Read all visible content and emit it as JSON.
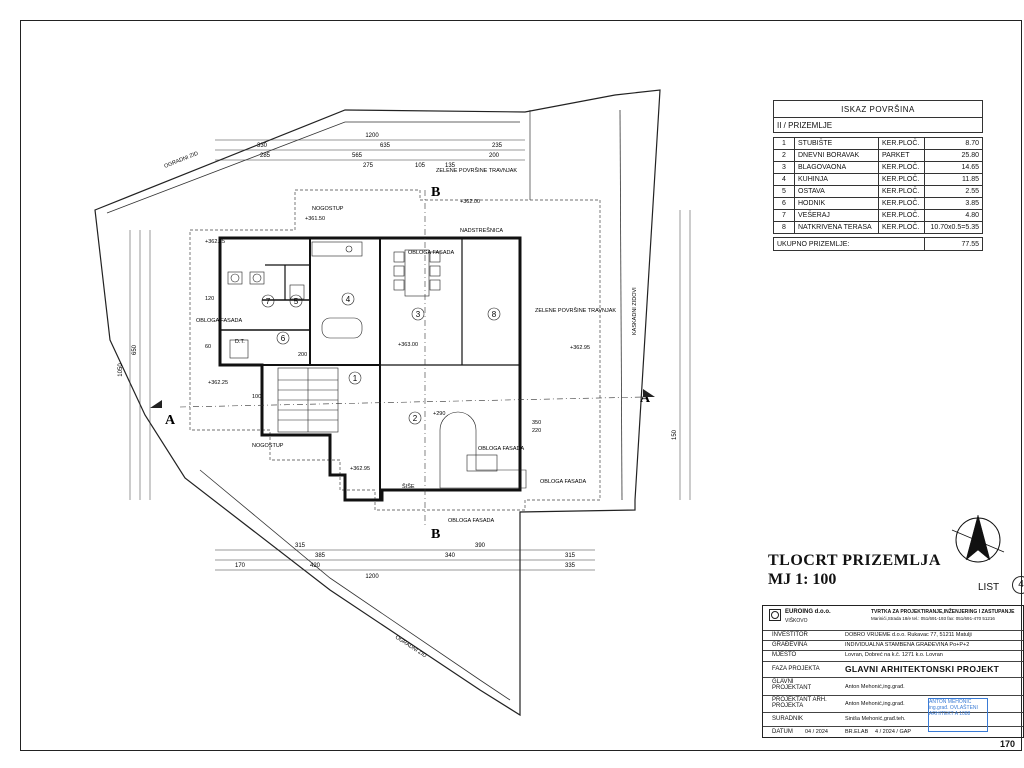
{
  "area_table": {
    "title": "ISKAZ POVRŠINA",
    "section": "II / PRIZEMLJE",
    "rows": [
      {
        "no": "1",
        "name": "STUBIŠTE",
        "finish": "KER.PLOČ.",
        "area": "8.70"
      },
      {
        "no": "2",
        "name": "DNEVNI BORAVAK",
        "finish": "PARKET",
        "area": "25.80"
      },
      {
        "no": "3",
        "name": "BLAGOVAONA",
        "finish": "KER.PLOČ.",
        "area": "14.65"
      },
      {
        "no": "4",
        "name": "KUHINJA",
        "finish": "KER.PLOČ.",
        "area": "11.85"
      },
      {
        "no": "5",
        "name": "OSTAVA",
        "finish": "KER.PLOČ.",
        "area": "2.55"
      },
      {
        "no": "6",
        "name": "HODNIK",
        "finish": "KER.PLOČ.",
        "area": "3.85"
      },
      {
        "no": "7",
        "name": "VEŠERAJ",
        "finish": "KER.PLOČ.",
        "area": "4.80"
      },
      {
        "no": "8",
        "name": "NATKRIVENA TERASA",
        "finish": "KER.PLOČ.",
        "area": "10.70x0.5=5.35"
      }
    ],
    "total_label": "UKUPNO PRIZEMLJE:",
    "total_value": "77.55"
  },
  "plan_title": "TLOCRT PRIZEMLJA",
  "plan_scale": "MJ 1: 100",
  "sheet_label": "LIST",
  "sheet_number": "4",
  "page_number": "170",
  "plan_labels": {
    "section_a": "A",
    "section_b": "B",
    "fence_top": "OGRADNI ZID",
    "fence_bottom": "OGRADNI ZID",
    "cascade_wall": "KASKADNI ZIDOVI",
    "green_top": "ZELENE POVRŠINE TRAVNJAK",
    "green_right": "ZELENE POVRŠINE TRAVNJAK",
    "canopy": "NADSTREŠNICA",
    "step_top": "NOGOSTUP",
    "step_bottom": "NOGOSTUP",
    "cladding": "OBLOGA FASADA",
    "dt": "D.T.",
    "shed": "ŠIŠE",
    "lvl1": "+361.50",
    "lvl2": "+362.25",
    "lvl3": "+362.00",
    "lvl4": "+362.95",
    "lvl5": "+363.00",
    "lvl6": "+362.95",
    "lvl7": "+362.25",
    "lvl_small": "+290",
    "dim_total": "1200",
    "dim_a": "330",
    "dim_b": "285",
    "dim_c": "635",
    "dim_d": "565",
    "dim_e": "275",
    "dim_f": "105",
    "dim_g": "135",
    "dim_h": "200",
    "dim_i": "235",
    "dim_j": "315",
    "dim_k": "385",
    "dim_l": "420",
    "dim_m": "170",
    "dim_n": "340",
    "dim_o": "390",
    "dim_p": "335",
    "dim_q": "150",
    "dim_r": "1050",
    "dim_s": "650",
    "room_dim1": "350",
    "room_dim2": "220",
    "door_dim1": "100",
    "door_dim2": "200",
    "wnd_dim1": "60",
    "wnd_dim2": "120"
  },
  "stamp": {
    "firm_name": "EUROING d.o.o.",
    "firm_sub": "VIŠKOVO",
    "firm_desc": "TVRTKA ZA PROJEKTIRANJE,INŽENJERING I ZASTUPANJE",
    "firm_addr": "Marinići,Strada 18/e tel.: 051/691-193 fax: 051/691-470 51216",
    "investor_label": "INVESTITOR",
    "investor_value": "DOBRO VRIJEME d.o.o. Rukavac 77, 51211 Matulji",
    "building_label": "GRAĐEVINA",
    "building_value": "INDIVIDUALNA STAMBENA GRAĐEVINA Po+P+2",
    "place_label": "MJESTO",
    "place_value": "Lovran, Dobreć na k.č. 1271 k.o. Lovran",
    "phase_label": "FAZA PROJEKTA",
    "phase_value": "GLAVNI ARHITEKTONSKI PROJEKT",
    "chief_label": "GLAVNI PROJEKTANT",
    "chief_value": "Anton Mehonić,ing.građ.",
    "arch_label": "PROJEKTANT ARH. PROJEKTA",
    "arch_value": "Anton Mehonić,ing.građ.",
    "assoc_label": "SURADNIK",
    "assoc_value": "Siniša Mehonić,građ.teh.",
    "date_label": "DATUM",
    "date_value": "04 / 2024",
    "elab_label": "BR.ELAB",
    "elab_value": "4 / 2024 / GAP",
    "architect_stamp": "ANTON MEHONIĆ ing.građ. OVLAŠTENI ARHITEKT A 1088"
  }
}
